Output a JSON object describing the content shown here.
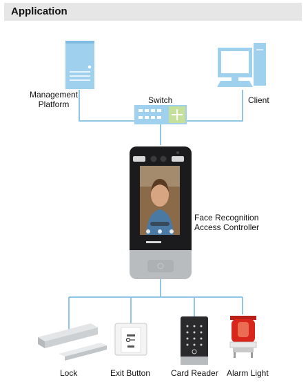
{
  "header": {
    "title": "Application"
  },
  "labels": {
    "management_platform": [
      "Management",
      "Platform"
    ],
    "switch": "Switch",
    "client": "Client",
    "controller": [
      "Face Recognition",
      "Access Controller"
    ],
    "lock": "Lock",
    "exit_button": "Exit Button",
    "card_reader": "Card Reader",
    "alarm_light": "Alarm Light"
  },
  "device_screen": {
    "top_text": "",
    "bottom_text": ""
  },
  "colors": {
    "connector": "#8fc6e6",
    "header_bg": "#e6e6e6",
    "server_blue": "#9fd1ef",
    "switch_blue": "#9fd1ef",
    "switch_green": "#c4e09a",
    "alarm_red": "#d8261c"
  }
}
